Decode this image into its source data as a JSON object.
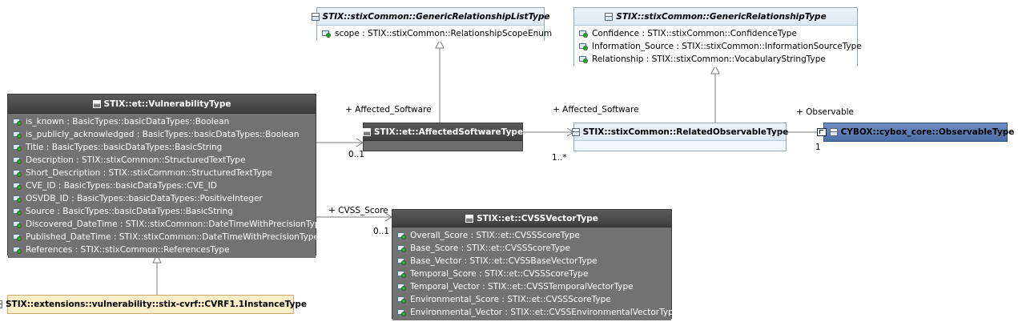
{
  "classes": {
    "generic_list": {
      "name": "STIX::stixCommon::GenericRelationshipListType",
      "attrs": [
        "scope : STIX::stixCommon::RelationshipScopeEnum"
      ]
    },
    "generic_rel": {
      "name": "STIX::stixCommon::GenericRelationshipType",
      "attrs": [
        "Confidence : STIX::stixCommon::ConfidenceType",
        "Information_Source : STIX::stixCommon::InformationSourceType",
        "Relationship : STIX::stixCommon::VocabularyStringType"
      ]
    },
    "vulnerability": {
      "name": "STIX::et::VulnerabilityType",
      "attrs": [
        "is_known : BasicTypes::basicDataTypes::Boolean",
        "is_publicly_acknowledged : BasicTypes::basicDataTypes::Boolean",
        "Title : BasicTypes::basicDataTypes::BasicString",
        "Description : STIX::stixCommon::StructuredTextType",
        "Short_Description : STIX::stixCommon::StructuredTextType",
        "CVE_ID : BasicTypes::basicDataTypes::CVE_ID",
        "OSVDB_ID : BasicTypes::basicDataTypes::PositiveInteger",
        "Source : BasicTypes::basicDataTypes::BasicString",
        "Discovered_DateTime : STIX::stixCommon::DateTimeWithPrecisionType",
        "Published_DateTime : STIX::stixCommon::DateTimeWithPrecisionType",
        "References : STIX::stixCommon::ReferencesType"
      ]
    },
    "affected_software": {
      "name": "STIX::et::AffectedSoftwareType"
    },
    "related_observable": {
      "name": "STIX::stixCommon::RelatedObservableType"
    },
    "observable": {
      "name": "CYBOX::cybox_core::ObservableType"
    },
    "cvss_vector": {
      "name": "STIX::et::CVSSVectorType",
      "attrs": [
        "Overall_Score : STIX::et::CVSSScoreType",
        "Base_Score : STIX::et::CVSSScoreType",
        "Base_Vector : STIX::et::CVSSBaseVectorType",
        "Temporal_Score : STIX::et::CVSSScoreType",
        "Temporal_Vector : STIX::et::CVSSTemporalVectorType",
        "Environmental_Score : STIX::et::CVSSScoreType",
        "Environmental_Vector : STIX::et::CVSSEnvironmentalVectorType"
      ]
    },
    "cvrf_instance": {
      "name": "STIX::extensions::vulnerability::stix-cvrf::CVRF1.1InstanceType"
    }
  },
  "edges": {
    "affected_software_role_1": "+ Affected_Software",
    "affected_software_mult_1": "0..1",
    "affected_software_role_2": "+ Affected_Software",
    "affected_software_mult_2": "1..*",
    "observable_role": "+ Observable",
    "observable_mult": "1",
    "cvss_role": "+ CVSS_Score",
    "cvss_mult": "0..1"
  }
}
